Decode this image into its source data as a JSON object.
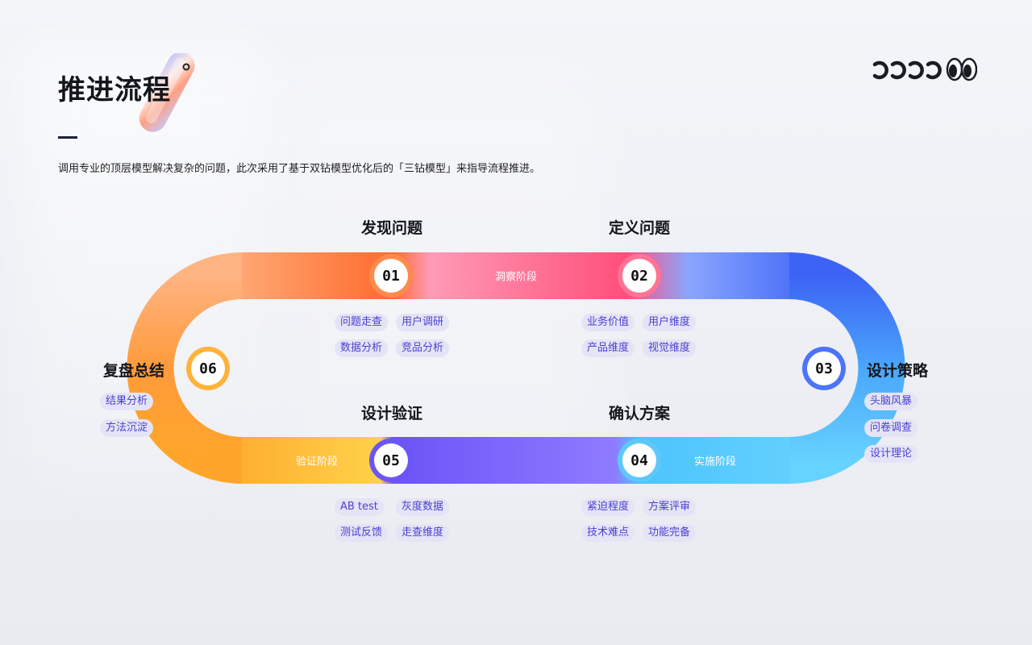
{
  "header": {
    "title": "推进流程",
    "subtitle": "调用专业的顶层模型解决复杂的问题，此次采用了基于双钻模型优化后的「三钻模型」来指导流程推进。"
  },
  "colors": {
    "orange": "#ff7a2e",
    "pink": "#ff4f7a",
    "blue": "#3c63f5",
    "sky": "#5cd0fb",
    "purple": "#6a4ef7",
    "yellow": "#ffc53d",
    "tag_bg": "#e4e4f6",
    "tag_text": "#4a3fd0"
  },
  "phases": {
    "top": "洞察阶段",
    "bottom_right": "实施阶段",
    "bottom_left": "验证阶段"
  },
  "steps": [
    {
      "number": "01",
      "title": "发现问题",
      "tags": [
        "问题走查",
        "用户调研",
        "数据分析",
        "竞品分析"
      ]
    },
    {
      "number": "02",
      "title": "定义问题",
      "tags": [
        "业务价值",
        "用户维度",
        "产品维度",
        "视觉维度"
      ]
    },
    {
      "number": "03",
      "title": "设计策略",
      "tags": [
        "头脑风暴",
        "问卷调查",
        "设计理论"
      ]
    },
    {
      "number": "04",
      "title": "确认方案",
      "tags": [
        "紧迫程度",
        "方案评审",
        "技术难点",
        "功能完备"
      ]
    },
    {
      "number": "05",
      "title": "设计验证",
      "tags": [
        "AB test",
        "灰度数据",
        "测试反馈",
        "走查维度"
      ]
    },
    {
      "number": "06",
      "title": "复盘总结",
      "tags": [
        "结果分析",
        "方法沉淀"
      ]
    }
  ]
}
